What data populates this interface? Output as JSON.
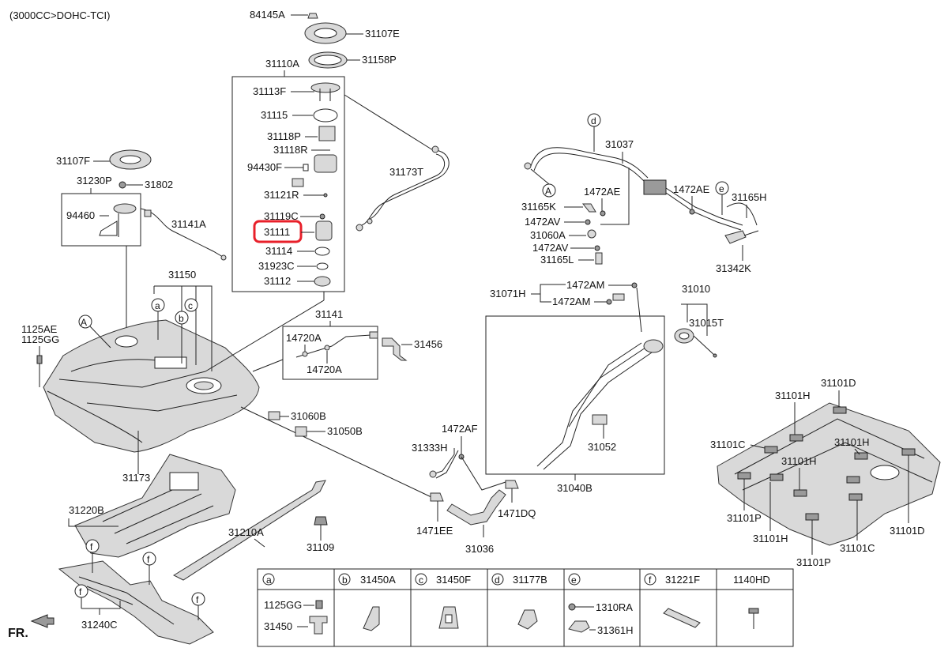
{
  "engine": "(3000CC>DOHC-TCI)",
  "front_label": "FR.",
  "callouts": {
    "a": "a",
    "b": "b",
    "c": "c",
    "d": "d",
    "e": "e",
    "f": "f",
    "A": "A"
  },
  "parts": {
    "p84145A": "84145A",
    "p31107E": "31107E",
    "p31158P": "31158P",
    "p31110A": "31110A",
    "p31113F": "31113F",
    "p31115": "31115",
    "p31118P": "31118P",
    "p31118R": "31118R",
    "p94430F": "94430F",
    "p31121R": "31121R",
    "p31119C": "31119C",
    "p31111": "31111",
    "p31114": "31114",
    "p31923C": "31923C",
    "p31112": "31112",
    "p31173T": "31173T",
    "p31107F": "31107F",
    "p31230P": "31230P",
    "p31802": "31802",
    "p94460": "94460",
    "p31141A": "31141A",
    "p31150": "31150",
    "p1125AE": "1125AE",
    "p1125GG": "1125GG",
    "p31141": "31141",
    "p14720A_1": "14720A",
    "p14720A_2": "14720A",
    "p31456": "31456",
    "p31060B": "31060B",
    "p31050B": "31050B",
    "p31173": "31173",
    "p31220B": "31220B",
    "p31210A": "31210A",
    "p31109": "31109",
    "p31240C": "31240C",
    "p31037": "31037",
    "p1472AE_1": "1472AE",
    "p1472AE_2": "1472AE",
    "p31165H": "31165H",
    "p31165K": "31165K",
    "p1472AV_1": "1472AV",
    "p31060A": "31060A",
    "p1472AV_2": "1472AV",
    "p31165L": "31165L",
    "p31342K": "31342K",
    "p31071H": "31071H",
    "p1472AM_1": "1472AM",
    "p1472AM_2": "1472AM",
    "p31010": "31010",
    "p31015T": "31015T",
    "p1472AF": "1472AF",
    "p31333H": "31333H",
    "p31052": "31052",
    "p31040B": "31040B",
    "p1471EE": "1471EE",
    "p1471DQ": "1471DQ",
    "p31036": "31036",
    "p31101D_1": "31101D",
    "p31101H_1": "31101H",
    "p31101C_1": "31101C",
    "p31101H_2": "31101H",
    "p31101H_3": "31101H",
    "p31101P_1": "31101P",
    "p31101H_4": "31101H",
    "p31101D_2": "31101D",
    "p31101P_2": "31101P",
    "p31101C_2": "31101C"
  },
  "legend": {
    "cells": [
      {
        "key": "a",
        "part": ""
      },
      {
        "key": "b",
        "part": "31450A"
      },
      {
        "key": "c",
        "part": "31450F"
      },
      {
        "key": "d",
        "part": "31177B"
      },
      {
        "key": "e",
        "part": ""
      },
      {
        "key": "f",
        "part": "31221F"
      },
      {
        "key": "",
        "part": "1140HD"
      }
    ],
    "a_sub1": "1125GG",
    "a_sub2": "31450",
    "e_sub1": "1310RA",
    "e_sub2": "31361H"
  }
}
